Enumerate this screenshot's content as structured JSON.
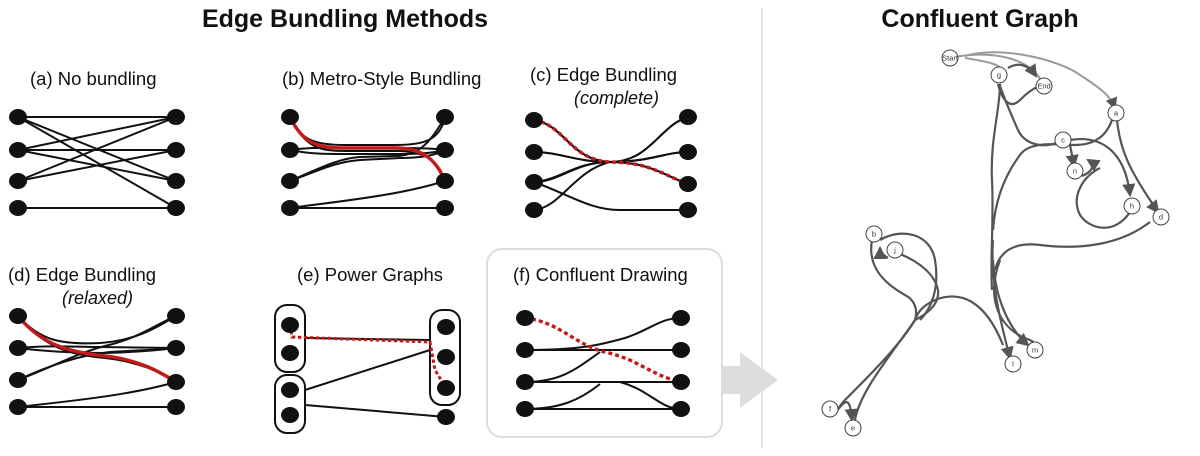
{
  "left_section": {
    "title": "Edge Bundling Methods",
    "panels": [
      {
        "label": "(a)  No bundling",
        "sublabel": ""
      },
      {
        "label": "(b)  Metro-Style Bundling",
        "sublabel": ""
      },
      {
        "label": "(c) Edge Bundling",
        "sublabel": "(complete)"
      },
      {
        "label": "(d)  Edge Bundling",
        "sublabel": "(relaxed)"
      },
      {
        "label": "(e)  Power Graphs",
        "sublabel": ""
      },
      {
        "label": "(f)  Confluent Drawing",
        "sublabel": ""
      }
    ]
  },
  "right_section": {
    "title": "Confluent Graph",
    "nodes": [
      "Start",
      "g",
      "End",
      "a",
      "c",
      "n",
      "h",
      "d",
      "b",
      "j",
      "l",
      "m",
      "f",
      "e"
    ]
  },
  "colors": {
    "edge": "#111111",
    "highlight": "#c21a1a",
    "arrow": "#dddddd",
    "divider": "#dddddd",
    "graph_edge": "#555555"
  }
}
